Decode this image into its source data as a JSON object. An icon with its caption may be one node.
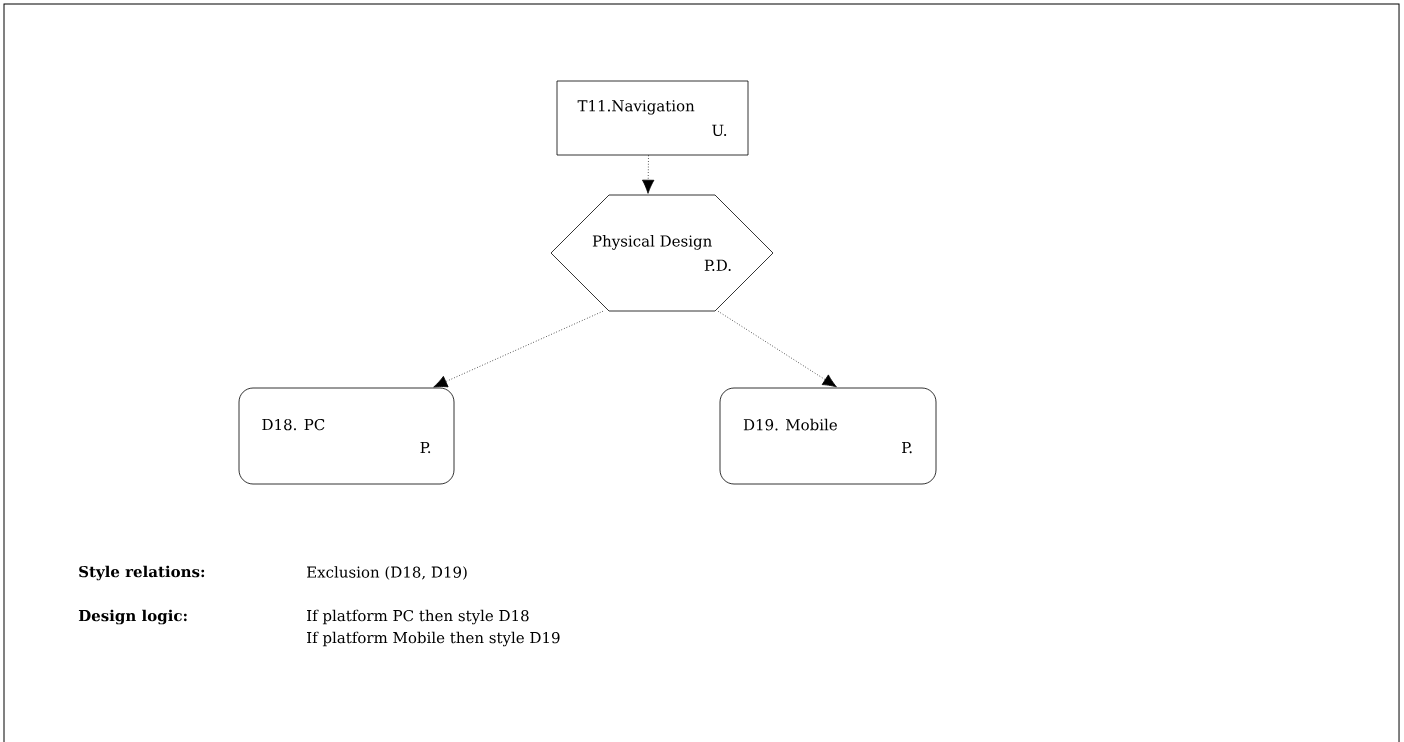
{
  "diagram": {
    "nodes": [
      {
        "text": [
          "T11.Navigation",
          "U."
        ]
      },
      {
        "text": [
          "Physical Design",
          "P.D."
        ]
      },
      {
        "text": [
          "D18. PC",
          "P."
        ]
      },
      {
        "text": [
          "D19. Mobile",
          "P."
        ]
      }
    ],
    "edges": [
      {
        "from": 0,
        "to": 1,
        "arrow": "to"
      },
      {
        "from": 1,
        "to": 2,
        "arrow": "to"
      },
      {
        "from": 1,
        "to": 3,
        "arrow": "to"
      }
    ],
    "labels": [
      "Style relations:",
      "Exclusion (D18, D19)",
      "Design logic:",
      "If platform PC then style D18",
      "If platform Mobile then style D19"
    ]
  }
}
